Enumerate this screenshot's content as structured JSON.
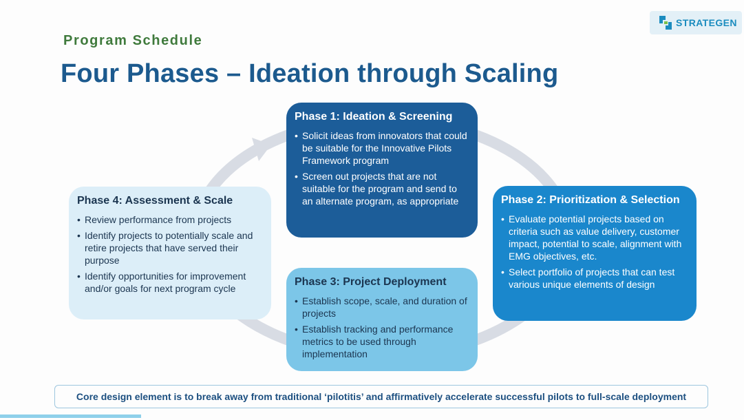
{
  "logo": {
    "text": "STRATEGEN"
  },
  "slide": {
    "subtitle": "Program Schedule",
    "title": "Four Phases – Ideation through Scaling",
    "footer": "Core design element is to break away from traditional ‘pilotitis’ and affirmatively accelerate successful pilots to full-scale deployment"
  },
  "colors": {
    "phase1": "#1c5d99",
    "phase2": "#1a87cc",
    "phase3": "#7cc6e8",
    "phase4": "#dceef8",
    "title": "#1c5a8e",
    "subtitle": "#3f7a3c",
    "ring": "#d8dce4"
  },
  "phases": [
    {
      "title": "Phase 1: Ideation & Screening",
      "bullets": [
        "Solicit ideas from innovators that could be suitable for the Innovative Pilots Framework program",
        "Screen out projects that are not suitable for the program and send to an alternate program, as appropriate"
      ]
    },
    {
      "title": "Phase 2: Prioritization & Selection",
      "bullets": [
        "Evaluate potential projects based on criteria such as value delivery, customer impact, potential to scale, alignment with EMG objectives, etc.",
        "Select portfolio of projects that can test various unique elements of design"
      ]
    },
    {
      "title": "Phase 3: Project Deployment",
      "bullets": [
        "Establish scope, scale, and duration of projects",
        "Establish tracking and performance metrics to be used through implementation"
      ]
    },
    {
      "title": "Phase 4: Assessment & Scale",
      "bullets": [
        "Review performance from projects",
        "Identify projects to potentially scale and retire projects that have served their purpose",
        "Identify opportunities for improvement and/or goals for next program cycle"
      ]
    }
  ]
}
